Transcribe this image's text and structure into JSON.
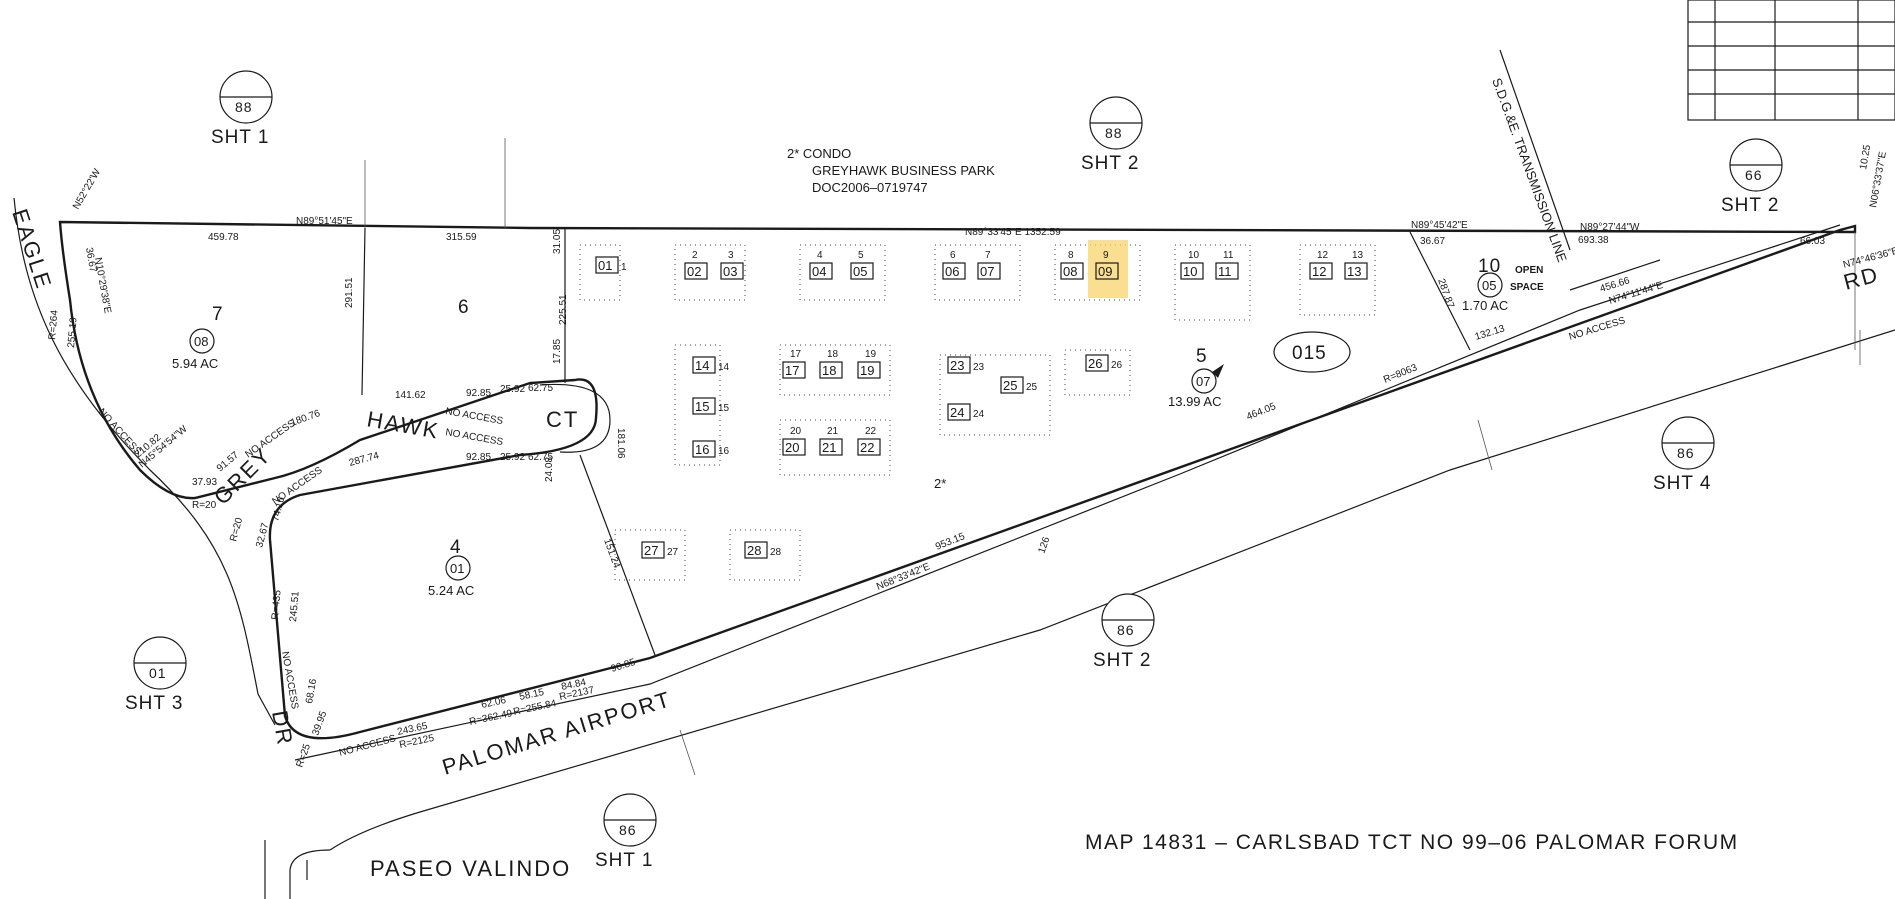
{
  "map_title": "MAP 14831 – CARLSBAD TCT NO 99–06 PALOMAR FORUM",
  "condo": {
    "line1": "2* CONDO",
    "line2": "GREYHAWK BUSINESS PARK",
    "line3": "DOC2006–0719747"
  },
  "page_ref": "015",
  "streets": {
    "eagle": "EAGLE",
    "dr_left": "DR",
    "grey": "GREY",
    "hawk": "HAWK",
    "ct": "CT",
    "palomar_airport": "PALOMAR AIRPORT",
    "rd": "RD",
    "paseo_valindo": "PASEO VALINDO"
  },
  "easement": "S.D.G.&E. TRANSMISSION LINE",
  "sheet_refs": [
    {
      "num": "88",
      "sheet": "SHT 1"
    },
    {
      "num": "88",
      "sheet": "SHT 2"
    },
    {
      "num": "66",
      "sheet": "SHT 2"
    },
    {
      "num": "86",
      "sheet": "SHT 4"
    },
    {
      "num": "86",
      "sheet": "SHT 2"
    },
    {
      "num": "01",
      "sheet": "SHT 3"
    },
    {
      "num": "86",
      "sheet": "SHT 1"
    }
  ],
  "lots": [
    {
      "lot": "7",
      "parcel": "08",
      "area": "5.94 AC"
    },
    {
      "lot": "6"
    },
    {
      "lot": "4",
      "parcel": "01",
      "area": "5.24 AC"
    },
    {
      "lot": "5",
      "parcel": "07",
      "area": "13.99 AC"
    },
    {
      "lot": "10",
      "parcel": "05",
      "area": "1.70 AC",
      "label1": "OPEN",
      "label2": "SPACE"
    }
  ],
  "condo_marker": "2*",
  "units": [
    {
      "unit": "01",
      "n": "1"
    },
    {
      "unit": "02",
      "n": "2"
    },
    {
      "unit": "03",
      "n": "3"
    },
    {
      "unit": "04",
      "n": "4"
    },
    {
      "unit": "05",
      "n": "5"
    },
    {
      "unit": "06",
      "n": "6"
    },
    {
      "unit": "07",
      "n": "7"
    },
    {
      "unit": "08",
      "n": "8"
    },
    {
      "unit": "09",
      "n": "9",
      "highlighted": true
    },
    {
      "unit": "10",
      "n": "10"
    },
    {
      "unit": "11",
      "n": "11"
    },
    {
      "unit": "12",
      "n": "12"
    },
    {
      "unit": "13",
      "n": "13"
    },
    {
      "unit": "14",
      "n": "14"
    },
    {
      "unit": "15",
      "n": "15"
    },
    {
      "unit": "16",
      "n": "16"
    },
    {
      "unit": "17",
      "n": "17"
    },
    {
      "unit": "18",
      "n": "18"
    },
    {
      "unit": "19",
      "n": "19"
    },
    {
      "unit": "20",
      "n": "20"
    },
    {
      "unit": "21",
      "n": "21"
    },
    {
      "unit": "22",
      "n": "22"
    },
    {
      "unit": "23",
      "n": "23"
    },
    {
      "unit": "24",
      "n": "24"
    },
    {
      "unit": "25",
      "n": "25"
    },
    {
      "unit": "26",
      "n": "26"
    },
    {
      "unit": "27",
      "n": "27"
    },
    {
      "unit": "28",
      "n": "28"
    }
  ],
  "bearings": {
    "north_main": "N89°33'45\"E  1352.59",
    "north_left": "N89°51'45\"E",
    "d459": "459.78",
    "d315": "315.59",
    "d291": "291.51",
    "d225": "225.51",
    "d181": "181.06",
    "d151": "151.24",
    "d24": "24.08",
    "d31": "31.05",
    "d17": "17.85",
    "east_bearing": "N89°45'42\"E",
    "east_d36": "36.67",
    "east_d287": "287.87",
    "n_bearing2": "N89°27'44\"W",
    "d693": "693.38",
    "d66": "66.03",
    "n74_46": "N74°46'36\"E",
    "n74_11": "N74°11'44\"E",
    "d456": "456.66",
    "d132": "132.13",
    "d464": "464.05",
    "r8063": "R=8063",
    "d953": "953.15",
    "n68": "N68°33'42\"E",
    "d126": "126",
    "d90": "90.85",
    "no_access": "NO ACCESS",
    "d141": "141.62",
    "d92a": "92.85",
    "d25a": "25.92",
    "d62a": "62.75",
    "d180": "180.76",
    "d287b": "287.74",
    "d92b": "92.85",
    "d25b": "25.92",
    "d62b": "62.75",
    "n45": "N45°54'54\"W",
    "d210": "210.82",
    "d37": "37.93",
    "d91": "91.57",
    "r20a": "R=20",
    "r20b": "R=20",
    "d32": "32.67",
    "d74": "74.16",
    "d245": "245.51",
    "r435": "R=435",
    "d68": "68.16",
    "d39": "39.95",
    "r25": "R=25",
    "d243": "243.65",
    "r2125": "R=2125",
    "d62c": "62.06",
    "d58": "58.15",
    "d84": "84.84",
    "r362": "R=362.49",
    "r255": "R=255.84",
    "r2137": "R=2137",
    "d255": "255.19",
    "r264": "R=264",
    "d36b": "36.67",
    "n52": "N52°22'W",
    "n10_29": "N10°29'38\"E",
    "d10": "10.25",
    "n06": "N06°33'37\"E"
  }
}
